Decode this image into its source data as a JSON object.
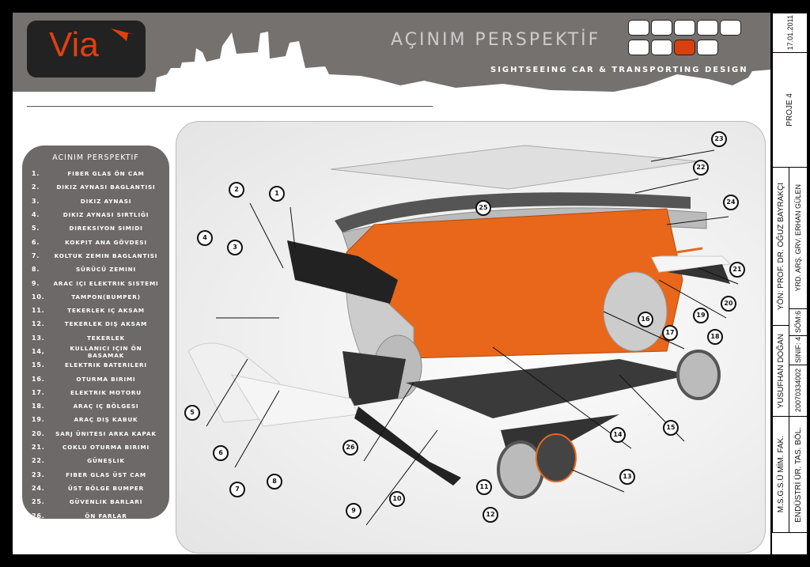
{
  "logo": {
    "text": "Via"
  },
  "header": {
    "title": "AÇINIM PERSPEKTİF",
    "subtitle": "SIGHTSEEING CAR & TRANSPORTING DESIGN",
    "page_indicator": {
      "total": 9,
      "active": 8,
      "active_color": "#d9400f"
    }
  },
  "list": {
    "title": "ACINIM PERSPEKTIF",
    "items": [
      {
        "n": "1.",
        "t": "FIBER GLAS ÖN CAM"
      },
      {
        "n": "2.",
        "t": "DIKIZ AYNASI BAGLANTISI"
      },
      {
        "n": "3.",
        "t": "DIKIZ AYNASI"
      },
      {
        "n": "4.",
        "t": "DIKIZ AYNASI SIRTLIĞI"
      },
      {
        "n": "5.",
        "t": "DIREKSIYON SIMIDI"
      },
      {
        "n": "6.",
        "t": "KOKPIT ANA GÖVDESI"
      },
      {
        "n": "7.",
        "t": "KOLTUK ZEMIN BAGLANTISI"
      },
      {
        "n": "8.",
        "t": "SÜRÜCÜ ZEMINI"
      },
      {
        "n": "9.",
        "t": "ARAC IÇI ELEKTRIK SISTEMI"
      },
      {
        "n": "10.",
        "t": "TAMPON(BUMPER)"
      },
      {
        "n": "11.",
        "t": "TEKERLEK IÇ AKSAM"
      },
      {
        "n": "12.",
        "t": "TEKERLEK DIŞ AKSAM"
      },
      {
        "n": "13.",
        "t": "TEKERLEK"
      },
      {
        "n": "14,",
        "t": "KULLANICI IÇIN ÖN BASAMAK"
      },
      {
        "n": "15.",
        "t": "ELEKTRIK BATERILERI"
      },
      {
        "n": "16.",
        "t": "OTURMA BIRIMI"
      },
      {
        "n": "17.",
        "t": "ELEKTRIK MOTORU"
      },
      {
        "n": "18.",
        "t": "ARAÇ IÇ BÖLGESI"
      },
      {
        "n": "19.",
        "t": "ARAÇ DIŞ KABUK"
      },
      {
        "n": "20.",
        "t": "SARJ ÜNITESI ARKA KAPAK"
      },
      {
        "n": "21.",
        "t": "COKLU OTURMA BIRIMI"
      },
      {
        "n": "22.",
        "t": "GÜNEŞLIK"
      },
      {
        "n": "23.",
        "t": "FIBER GLAS ÜST CAM"
      },
      {
        "n": "24.",
        "t": "ÜST BÖLGE BUMPER"
      },
      {
        "n": "25.",
        "t": "GÜVENLIK BARLARI"
      },
      {
        "n": "26.",
        "t": "ÖN FARLAR"
      }
    ]
  },
  "callouts": [
    "1",
    "2",
    "3",
    "4",
    "5",
    "6",
    "7",
    "8",
    "9",
    "10",
    "11",
    "12",
    "13",
    "14",
    "15",
    "16",
    "17",
    "18",
    "19",
    "20",
    "21",
    "22",
    "23",
    "24",
    "25",
    "26"
  ],
  "title_block": {
    "faculty": "M.S.G.S.Ü  MİM. FAK.",
    "department": "ENDÜSTRİ ÜR. TAS. BÖL.",
    "student": "YUSUFHAN DOĞAN",
    "student_no": "20070334002",
    "class": "SINIF: 4",
    "som": "SÖM:6",
    "advisor": "YÖN: PROF. DR. OĞUZ BAYRAKÇI",
    "assistant": "YRD. ARŞ. GRV.  ERHAN GÜLEN",
    "project": "PROJE 4",
    "date": "17.01.2011"
  }
}
